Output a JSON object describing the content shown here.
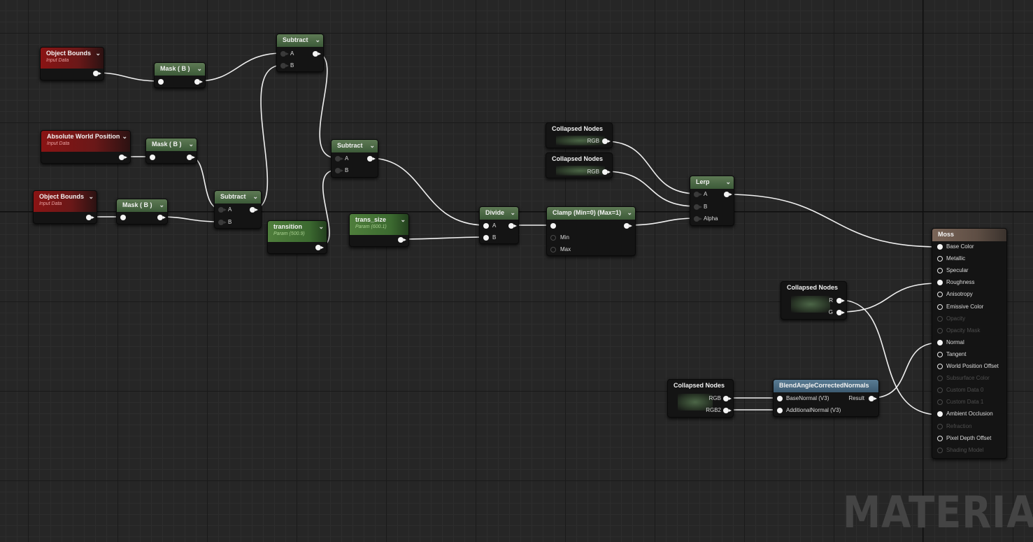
{
  "nodes": {
    "ob1": {
      "title": "Object Bounds",
      "subtitle": "Input Data"
    },
    "awp": {
      "title": "Absolute World Position",
      "subtitle": "Input Data"
    },
    "ob2": {
      "title": "Object Bounds",
      "subtitle": "Input Data"
    },
    "mask1": {
      "title": "Mask ( B )"
    },
    "mask2": {
      "title": "Mask ( B )"
    },
    "mask3": {
      "title": "Mask ( B )"
    },
    "sub1": {
      "title": "Subtract",
      "pins": [
        "A",
        "B"
      ]
    },
    "sub2": {
      "title": "Subtract",
      "pins": [
        "A",
        "B"
      ]
    },
    "sub3": {
      "title": "Subtract",
      "pins": [
        "A",
        "B"
      ]
    },
    "transition": {
      "title": "transition",
      "subtitle": "Param (500.9)"
    },
    "trans_size": {
      "title": "trans_size",
      "subtitle": "Param (600.1)"
    },
    "divide": {
      "title": "Divide",
      "pins": [
        "A",
        "B"
      ]
    },
    "clamp": {
      "title": "Clamp (Min=0) (Max=1)",
      "pins": [
        "Min",
        "Max"
      ]
    },
    "col1": {
      "title": "Collapsed Nodes",
      "out": "RGB"
    },
    "col2": {
      "title": "Collapsed Nodes",
      "out": "RGB"
    },
    "lerp": {
      "title": "Lerp",
      "pins": [
        "A",
        "B",
        "Alpha"
      ]
    },
    "col3": {
      "title": "Collapsed Nodes",
      "outs": [
        "R",
        "G"
      ]
    },
    "col4": {
      "title": "Collapsed Nodes",
      "outs": [
        "RGB",
        "RGB2"
      ]
    },
    "blend": {
      "title": "BlendAngleCorrectedNormals",
      "pins": [
        "BaseNormal (V3)",
        "AdditionalNormal (V3)"
      ],
      "out": "Result"
    },
    "moss": {
      "title": "Moss",
      "pins": [
        "Base Color",
        "Metallic",
        "Specular",
        "Roughness",
        "Anisotropy",
        "Emissive Color",
        "Opacity",
        "Opacity Mask",
        "Normal",
        "Tangent",
        "World Position Offset",
        "Subsurface Color",
        "Custom Data 0",
        "Custom Data 1",
        "Ambient Occlusion",
        "Refraction",
        "Pixel Depth Offset",
        "Shading Model"
      ]
    }
  },
  "watermark": "MATERIAL"
}
